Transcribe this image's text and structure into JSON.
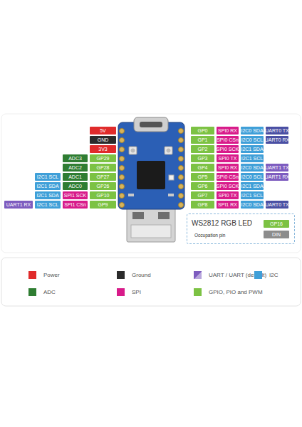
{
  "diagram": {
    "nodes": [
      {
        "text": [
          "5V"
        ]
      },
      {
        "text": [
          "GND"
        ]
      },
      {
        "text": [
          "3V3"
        ]
      },
      {
        "text": [
          "GP29"
        ]
      },
      {
        "text": [
          "ADC3"
        ]
      },
      {
        "text": [
          "GP28"
        ]
      },
      {
        "text": [
          "ADC2"
        ]
      },
      {
        "text": [
          "GP27"
        ]
      },
      {
        "text": [
          "ADC1"
        ]
      },
      {
        "text": [
          "I2C1 SCL"
        ]
      },
      {
        "text": [
          "GP26"
        ]
      },
      {
        "text": [
          "ADC0"
        ]
      },
      {
        "text": [
          "I2C1 SDA"
        ]
      },
      {
        "text": [
          "GP10"
        ]
      },
      {
        "text": [
          "SPI1 SCK"
        ]
      },
      {
        "text": [
          "I2C1 SDA"
        ]
      },
      {
        "text": [
          "GP9"
        ]
      },
      {
        "text": [
          "SPI1 CSn"
        ]
      },
      {
        "text": [
          "I2C1 SCL"
        ]
      },
      {
        "text": [
          "UART1 RX"
        ]
      },
      {
        "text": [
          "GP0"
        ]
      },
      {
        "text": [
          "SPI0 RX"
        ]
      },
      {
        "text": [
          "I2C0 SDA"
        ]
      },
      {
        "text": [
          "UART0 TX"
        ]
      },
      {
        "text": [
          "GP1"
        ]
      },
      {
        "text": [
          "SPI0 CSn"
        ]
      },
      {
        "text": [
          "I2C0 SCL"
        ]
      },
      {
        "text": [
          "UART0 RX"
        ]
      },
      {
        "text": [
          "GP2"
        ]
      },
      {
        "text": [
          "SPI0 SCK"
        ]
      },
      {
        "text": [
          "I2C1 SDA"
        ]
      },
      {
        "text": [
          "GP3"
        ]
      },
      {
        "text": [
          "SPI0 TX"
        ]
      },
      {
        "text": [
          "I2C1 SCL"
        ]
      },
      {
        "text": [
          "GP4"
        ]
      },
      {
        "text": [
          "SPI0 RX"
        ]
      },
      {
        "text": [
          "I2C0 SDA"
        ]
      },
      {
        "text": [
          "UART1 TX"
        ]
      },
      {
        "text": [
          "GP5"
        ]
      },
      {
        "text": [
          "SPI0 CSn"
        ]
      },
      {
        "text": [
          "I2C0 SCL"
        ]
      },
      {
        "text": [
          "UART1 RX"
        ]
      },
      {
        "text": [
          "GP6"
        ]
      },
      {
        "text": [
          "SPI0 SCK"
        ]
      },
      {
        "text": [
          "I2C1 SDA"
        ]
      },
      {
        "text": [
          "GP7"
        ]
      },
      {
        "text": [
          "SPI0 TX"
        ]
      },
      {
        "text": [
          "I2C1 SCL"
        ]
      },
      {
        "text": [
          "GP8"
        ]
      },
      {
        "text": [
          "SPI1 RX"
        ]
      },
      {
        "text": [
          "I2C0 SDA"
        ]
      },
      {
        "text": [
          "UART0 TX"
        ]
      },
      {
        "text": [
          "WS2812 RGB LED",
          "Occupation pin"
        ]
      },
      {
        "text": [
          "GP16"
        ],
        "in": 52
      },
      {
        "text": [
          "DIN"
        ],
        "in": 52
      }
    ],
    "legend": [
      {
        "text": "Power",
        "color": "#e02b2b"
      },
      {
        "text": "Ground",
        "color": "#2b2b2b"
      },
      {
        "text": "UART / UART (default)",
        "color": "#7d5cbf"
      },
      {
        "text": "I2C",
        "color": "#3f9fd8"
      },
      {
        "text": "ADC",
        "color": "#2f7d32"
      },
      {
        "text": "SPI",
        "color": "#d81b8a"
      },
      {
        "text": "GPIO, PIO and PWM",
        "color": "#7cc243"
      }
    ]
  }
}
